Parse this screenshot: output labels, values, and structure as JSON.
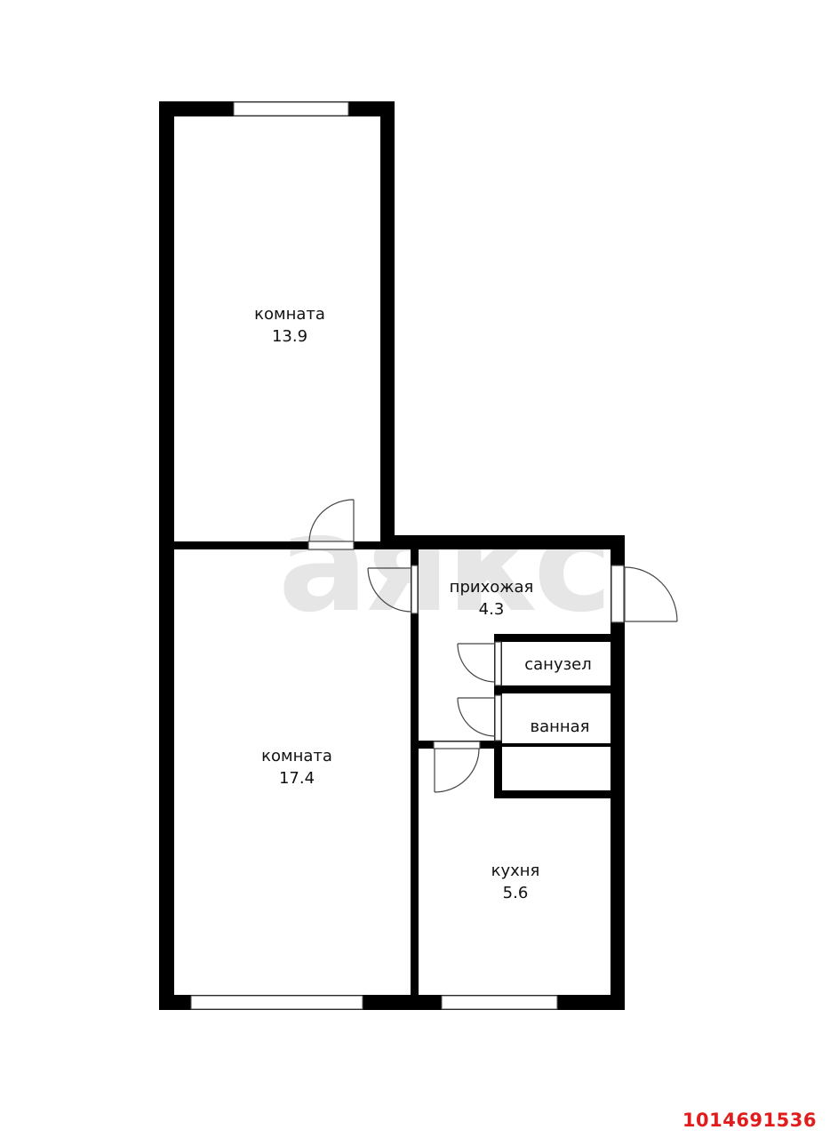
{
  "floorplan": {
    "watermark": "аякс",
    "listing_id": "1014691536",
    "colors": {
      "wall": "#000000",
      "background": "#ffffff",
      "watermark": "#e6e6e6",
      "listing_id": "#e21c1c"
    },
    "rooms": [
      {
        "id": "room-1",
        "name": "комната",
        "area": "13.9"
      },
      {
        "id": "room-2",
        "name": "комната",
        "area": "17.4"
      },
      {
        "id": "hallway",
        "name": "прихожая",
        "area": "4.3"
      },
      {
        "id": "toilet",
        "name": "санузел"
      },
      {
        "id": "bathroom",
        "name": "ванная"
      },
      {
        "id": "kitchen",
        "name": "кухня",
        "area": "5.6"
      }
    ]
  }
}
